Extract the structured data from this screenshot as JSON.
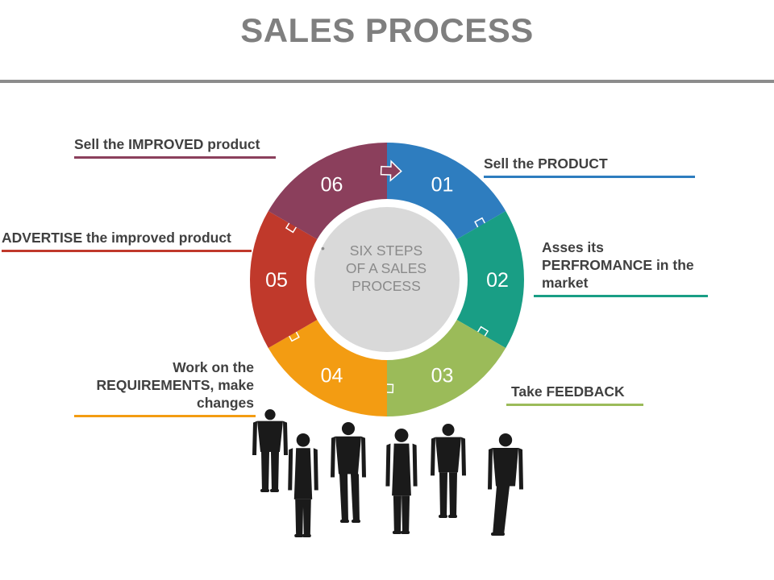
{
  "title": "SALES PROCESS",
  "center": {
    "bullet": "•",
    "lines": [
      "SIX STEPS",
      "OF A SALES",
      "PROCESS"
    ]
  },
  "steps": [
    {
      "number": "01",
      "color": "#2e7dbf",
      "label_lines": [
        "Sell the PRODUCT"
      ]
    },
    {
      "number": "02",
      "color": "#199e85",
      "label_lines": [
        "Asses its",
        "PERFROMANCE in the",
        "market"
      ]
    },
    {
      "number": "03",
      "color": "#9bbb59",
      "label_lines": [
        "Take FEEDBACK"
      ]
    },
    {
      "number": "04",
      "color": "#f39c12",
      "label_lines": [
        "Work on the",
        "REQUIREMENTS, make",
        "changes"
      ]
    },
    {
      "number": "05",
      "color": "#c0392b",
      "label_lines": [
        "ADVERTISE the improved product"
      ]
    },
    {
      "number": "06",
      "color": "#8b3f5c",
      "label_lines": [
        "Sell the IMPROVED product"
      ]
    }
  ],
  "colors": {
    "title": "#7f7f7f",
    "center_circle": "#d9d9d9",
    "silhouette": "#1a1a1a"
  },
  "icons": [
    "people-silhouette-icon"
  ]
}
